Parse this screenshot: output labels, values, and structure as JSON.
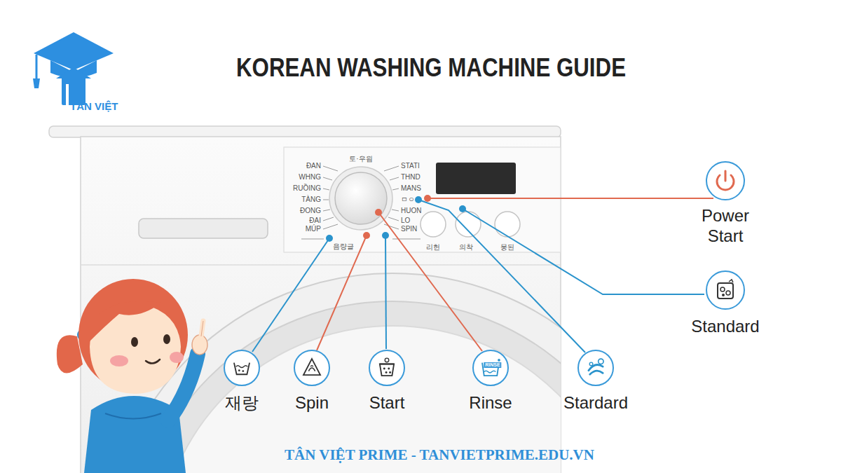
{
  "diagram": {
    "title": "KOREAN WASHING MACHINE GUIDE",
    "nodes": [
      {
        "text": [
          "Power Start"
        ]
      },
      {
        "text": [
          "Standard"
        ]
      },
      {
        "text": [
          "재랑"
        ]
      },
      {
        "text": [
          "Spin"
        ]
      },
      {
        "text": [
          "Start"
        ]
      },
      {
        "text": [
          "Rinse"
        ]
      },
      {
        "text": [
          "Stardard"
        ]
      }
    ],
    "labels": [
      "TÂN VIỆT",
      "ĐAN",
      "WHNG",
      "RUỒING",
      "TÀNG",
      "ĐONG",
      "ĐAI",
      "MÚP",
      "토·우읨",
      "STATI",
      "THND",
      "MANS",
      "ㅁㅇ",
      "HUON",
      "LO",
      "SPIN",
      "음량글",
      "리헌",
      "의착",
      "뭉된",
      "RINSE",
      "TÂN VIỆT PRIME - TANVIETPRIME.EDU.VN"
    ]
  }
}
